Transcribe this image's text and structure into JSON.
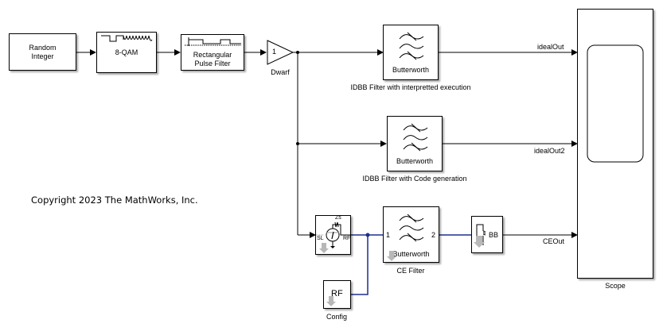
{
  "diagram": {
    "colors": {
      "signal_line": "#000000",
      "physical_line": "#1f2f8f",
      "block_border": "#000000",
      "library_arrow": "#b0b0b0"
    },
    "copyright": "Copyright 2023 The MathWorks, Inc.",
    "blocks": {
      "random_integer": {
        "line1": "Random",
        "line2": "Integer"
      },
      "qam": {
        "text": "8-QAM",
        "icon": "modulation-waveform-icon"
      },
      "rect_filter": {
        "line1": "Rectangular",
        "line2": "Pulse Filter",
        "icon": "pulse-waveform-icon"
      },
      "gain": {
        "value": "1",
        "label": "Dwarf"
      },
      "idbb_interp": {
        "text": "Butterworth",
        "label": "IDBB Filter with interpretted execution",
        "icon": "lowpass-filter-icon"
      },
      "idbb_codegen": {
        "text": "Butterworth",
        "label": "IDBB Filter with Code generation",
        "icon": "lowpass-filter-icon"
      },
      "inport_rf": {
        "port_left": "SL",
        "port_right": "RF",
        "port_top": "Zs",
        "icon": "voltage-source-icon"
      },
      "ce_filter": {
        "text": "Butterworth",
        "label": "CE Filter",
        "port_in": "1",
        "port_out": "2",
        "icon": "lowpass-filter-icon"
      },
      "outport_bb": {
        "text": "BB",
        "icon": "outport-sensor-icon"
      },
      "config": {
        "text": "RF",
        "label": "Config"
      },
      "scope": {
        "label": "Scope",
        "icon": "scope-screen-icon"
      }
    },
    "signals": {
      "ideal_out": "idealOut",
      "ideal_out2": "idealOut2",
      "ce_out": "CEOut"
    }
  }
}
